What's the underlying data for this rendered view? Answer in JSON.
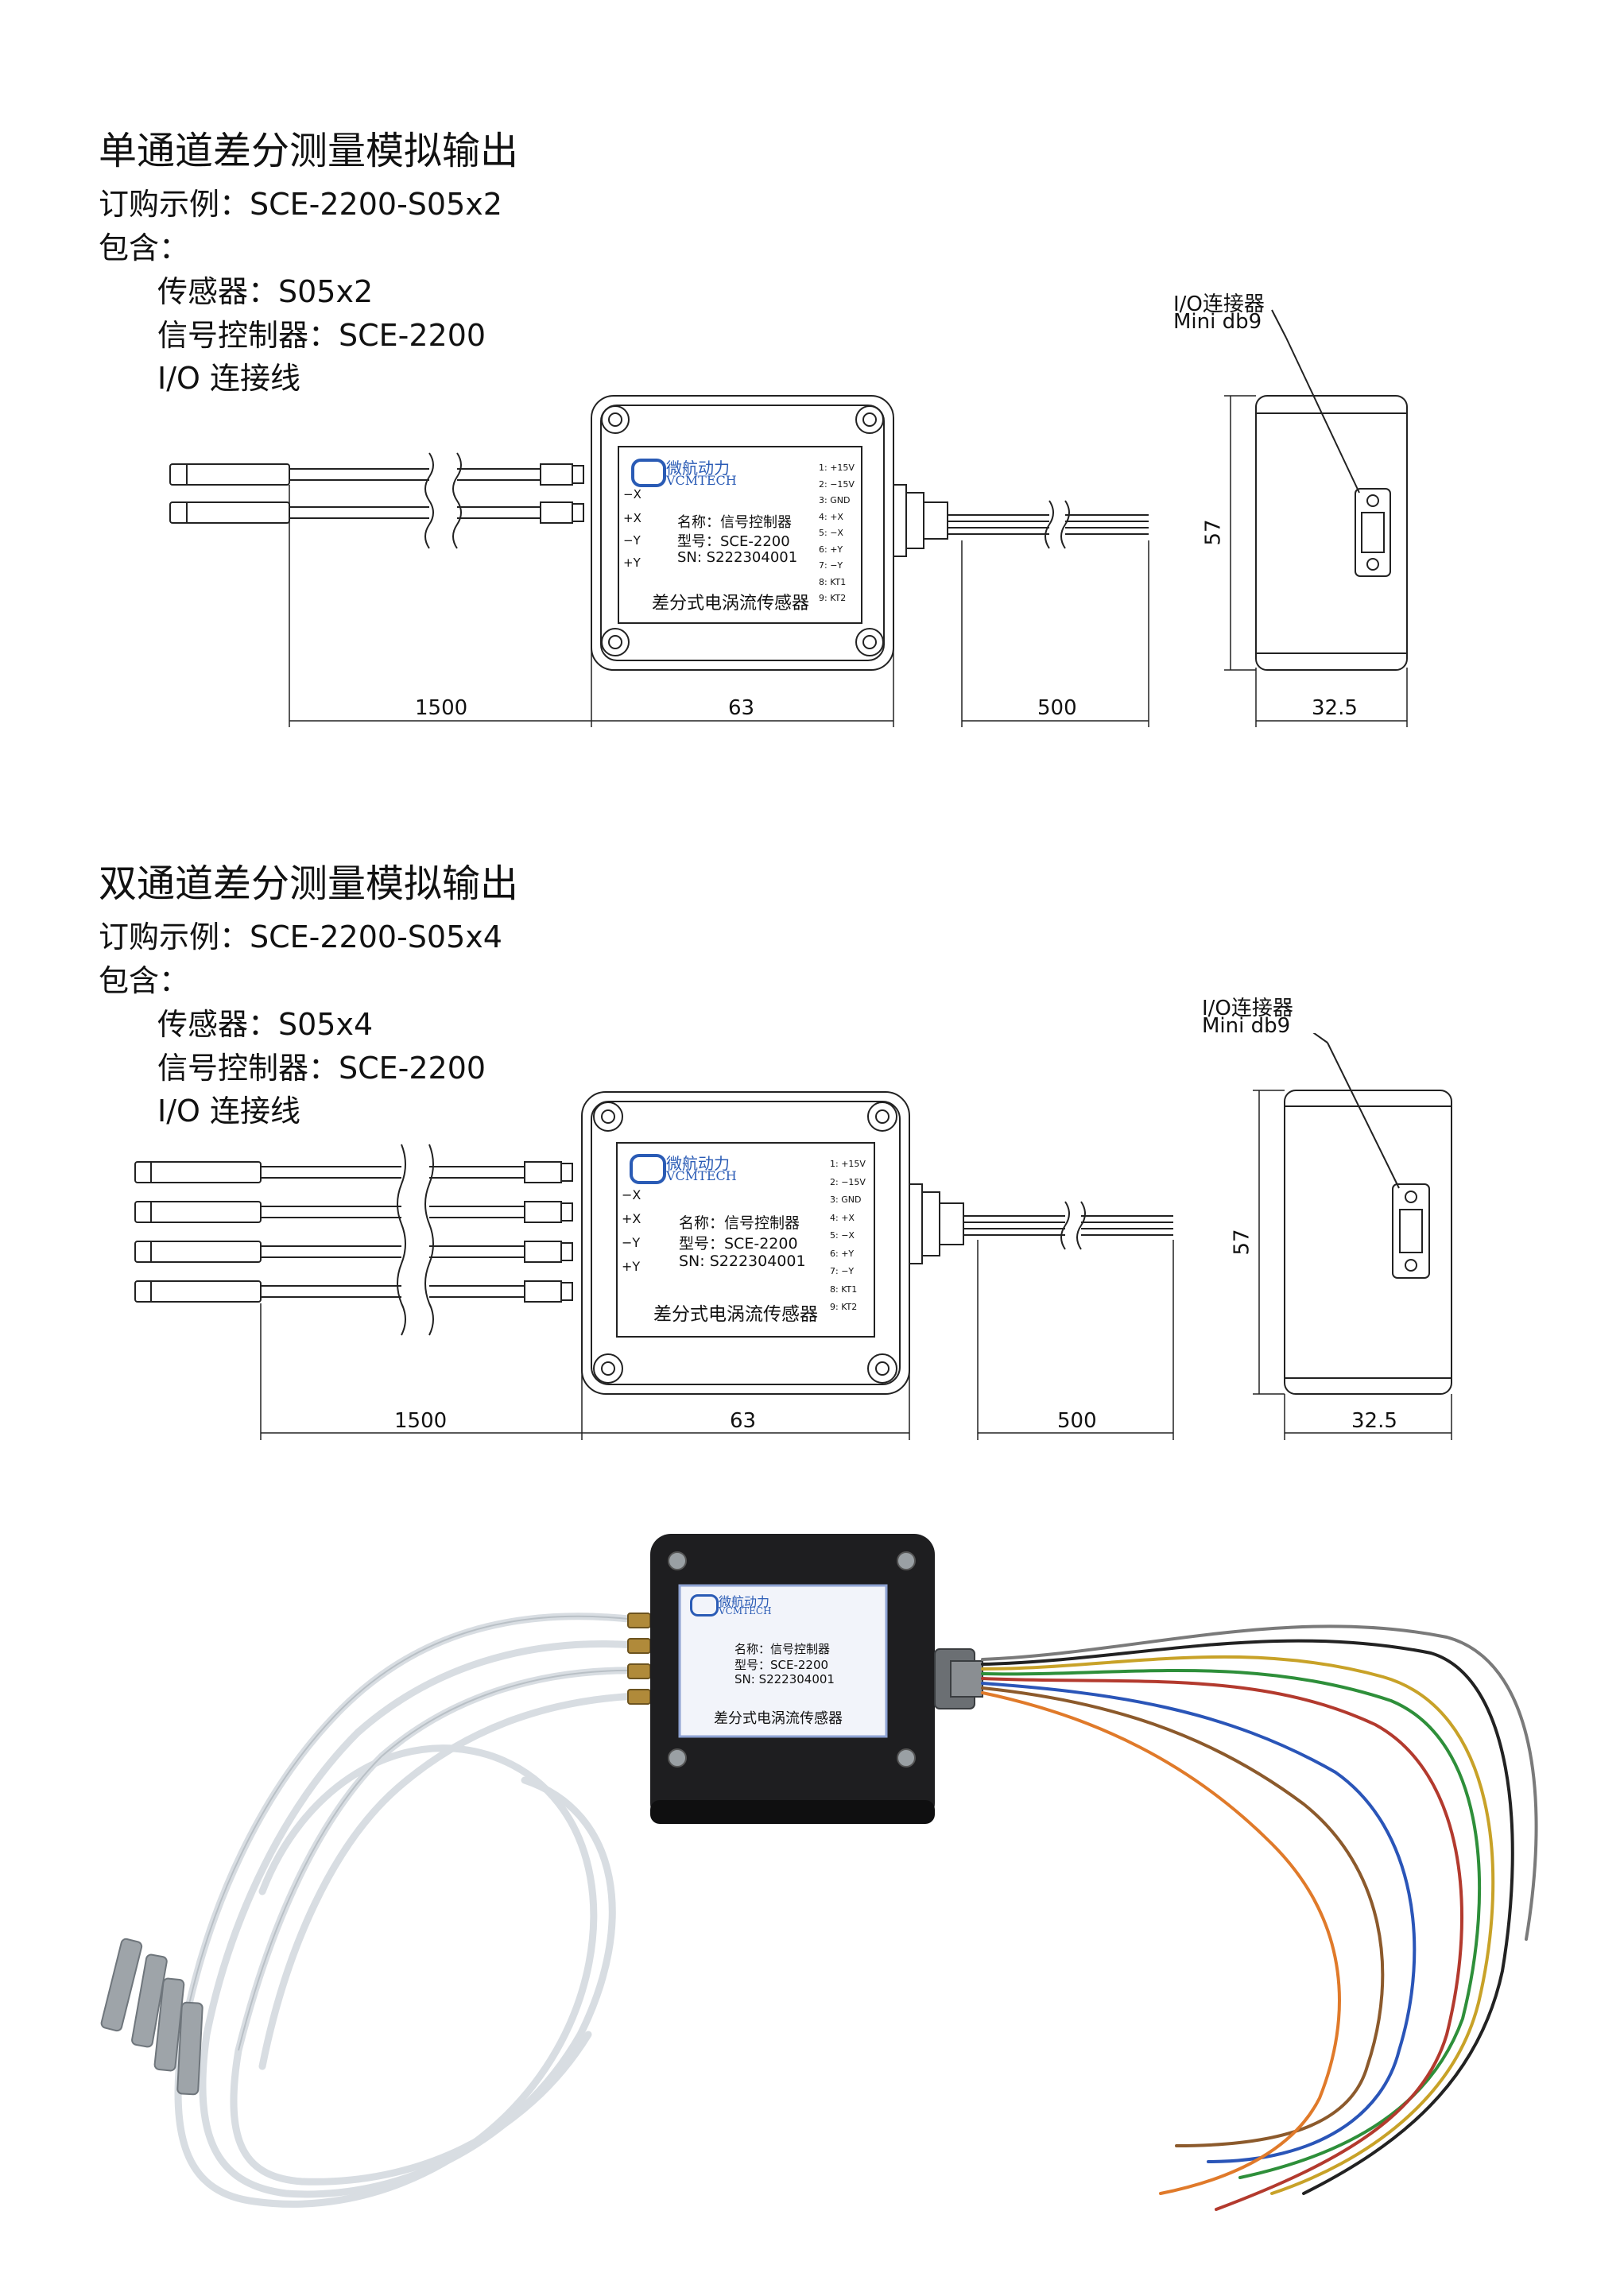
{
  "section1": {
    "title": "单通道差分测量模拟输出",
    "order_example": "订购示例：SCE-2200-S05x2",
    "includes_label": "包含：",
    "items": [
      "传感器：S05x2",
      "信号控制器：SCE-2200",
      "I/O 连接线"
    ],
    "connector_label_1": "I/O连接器",
    "connector_label_2": "Mini db9",
    "dims": {
      "cable": "1500",
      "box": "63",
      "lead": "500",
      "depth": "32.5",
      "height": "57"
    }
  },
  "section2": {
    "title": "双通道差分测量模拟输出",
    "order_example": "订购示例：SCE-2200-S05x4",
    "includes_label": "包含：",
    "items": [
      "传感器：S05x4",
      "信号控制器：SCE-2200",
      "I/O 连接线"
    ],
    "connector_label_1": "I/O连接器",
    "connector_label_2": "Mini db9",
    "dims": {
      "cable": "1500",
      "box": "63",
      "lead": "500",
      "depth": "32.5",
      "height": "57"
    }
  },
  "label": {
    "brand_cn": "微航动力",
    "brand_en": "VCMTECH",
    "name": "名称：信号控制器",
    "model": "型号：SCE-2200",
    "sn": "SN: S222304001",
    "product": "差分式电涡流传感器",
    "channels": [
      "−X",
      "+X",
      "−Y",
      "+Y"
    ],
    "pins": [
      "1: +15V",
      "2: −15V",
      "3: GND",
      "4: +X",
      "5: −X",
      "6: +Y",
      "7: −Y",
      "8: KT1",
      "9: KT2"
    ]
  },
  "photo": {
    "label": {
      "brand_cn": "微航动力",
      "brand_en": "VCMTECH",
      "name": "名称：信号控制器",
      "model": "型号：SCE-2200",
      "sn": "SN: S222304001",
      "product": "差分式电涡流传感器"
    }
  }
}
